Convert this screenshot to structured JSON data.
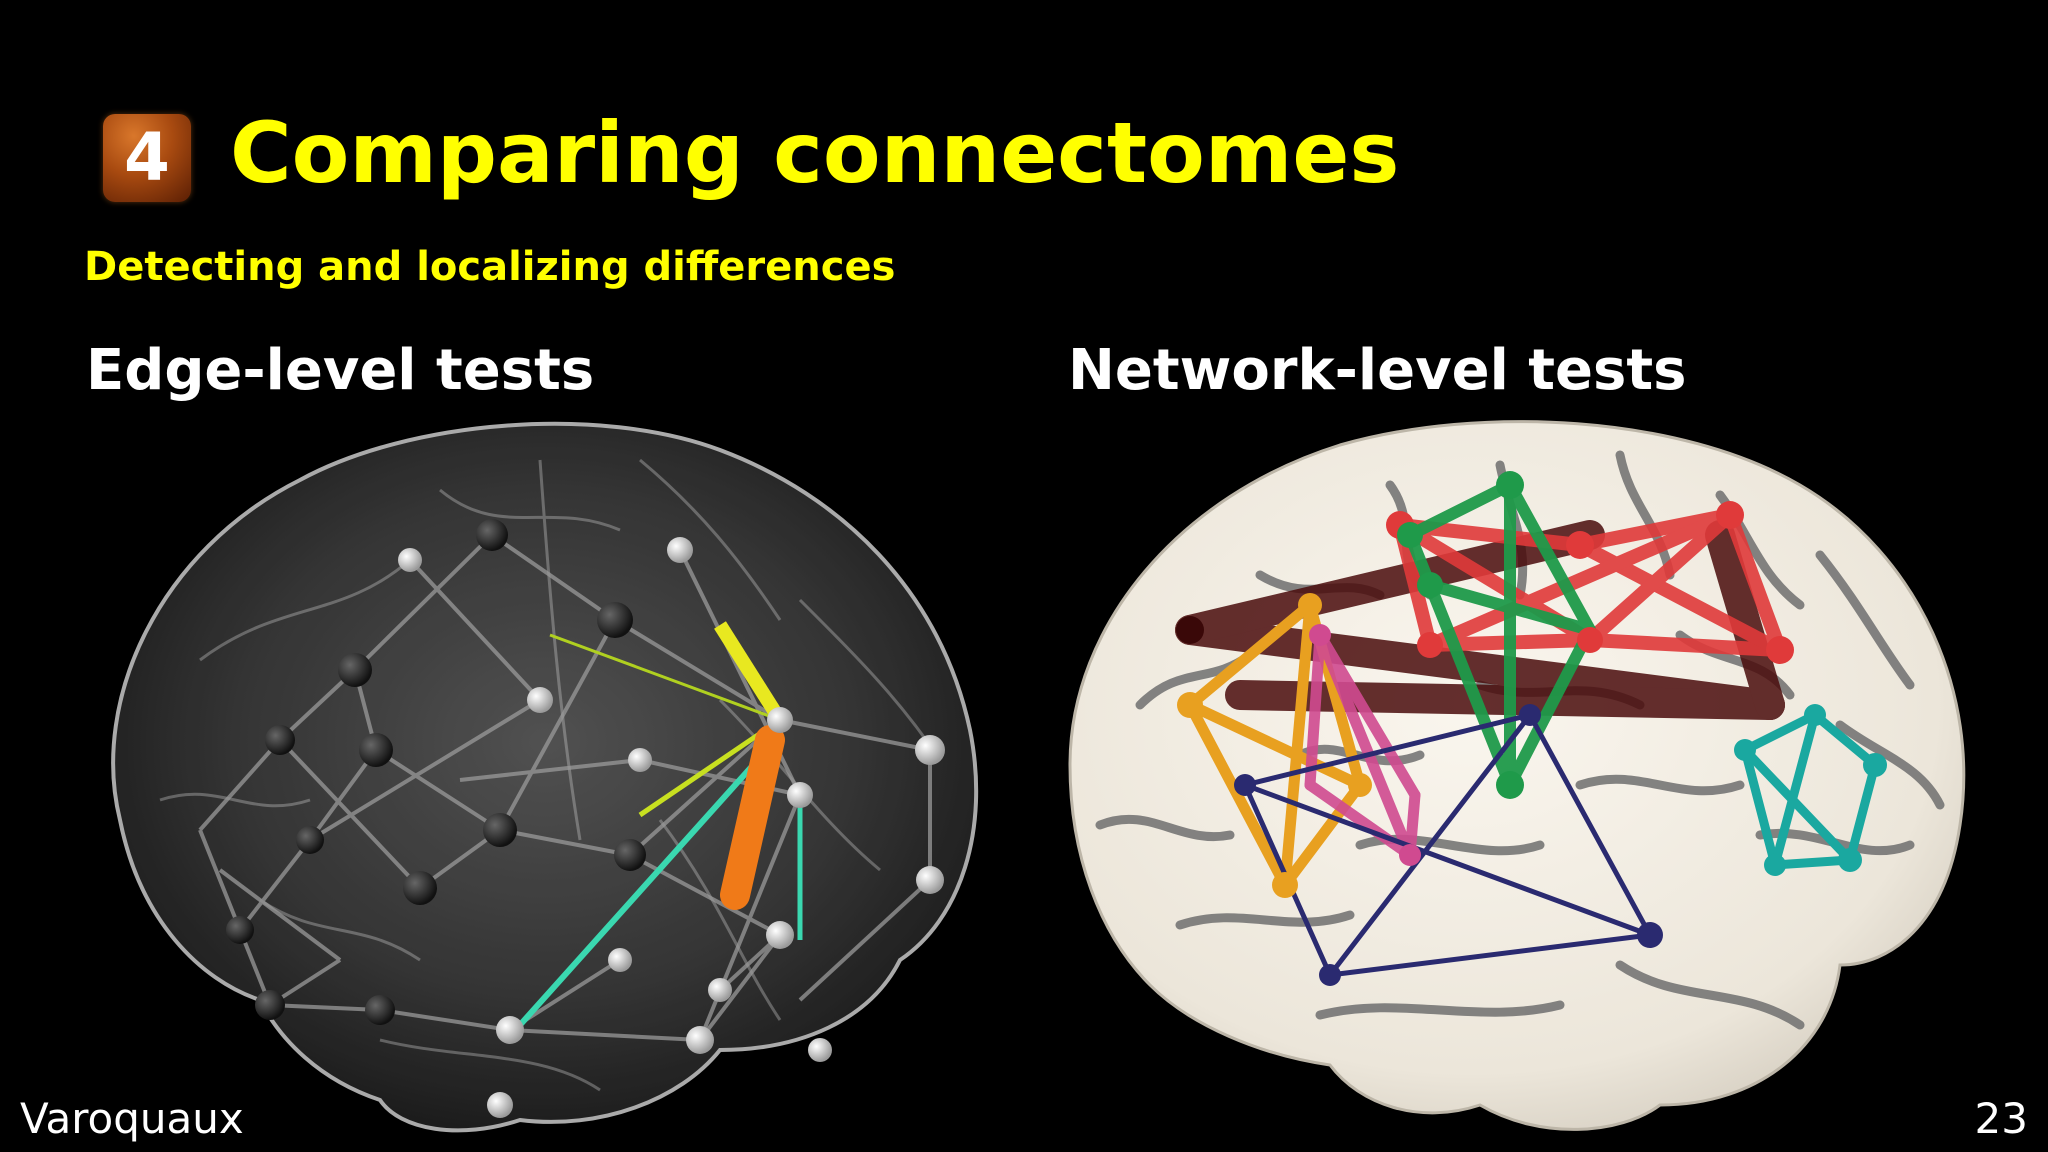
{
  "slide": {
    "section_number": "4",
    "title": "Comparing connectomes",
    "subtitle": "Detecting and localizing differences"
  },
  "panels": {
    "left": {
      "heading": "Edge-level tests"
    },
    "right": {
      "heading": "Network-level tests"
    }
  },
  "footer": {
    "author": "Varoquaux",
    "page_number": "23"
  },
  "colors": {
    "background": "#000000",
    "title": "#ffff00",
    "heading": "#ffffff",
    "badge": "#a84a10",
    "network_red": "#e03a3a",
    "network_green": "#1f9a4a",
    "network_orange": "#e8a020",
    "network_pink": "#d04a90",
    "network_navy": "#2a2a70",
    "network_teal": "#1aa8a0",
    "network_darkred": "#4a0c0c",
    "edge_orange": "#f07a18",
    "edge_yellow": "#e8e820",
    "edge_teal": "#3ad8b0"
  }
}
